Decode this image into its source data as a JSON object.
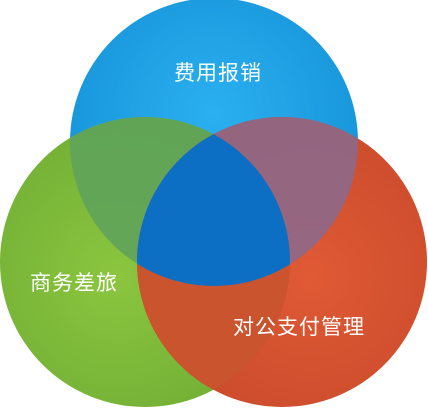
{
  "diagram": {
    "circles": [
      {
        "id": "top",
        "label": "费用报销",
        "color": "#1a9ee3"
      },
      {
        "id": "left",
        "label": "商务差旅",
        "color": "#7cb83a"
      },
      {
        "id": "right",
        "label": "对公支付管理",
        "color": "#d65432"
      }
    ],
    "overlap_colors": {
      "top_left": "#5f9f7a",
      "top_right": "#6f6fa0",
      "left_right": "#c85d2e",
      "center": "#0d6fc4"
    }
  }
}
